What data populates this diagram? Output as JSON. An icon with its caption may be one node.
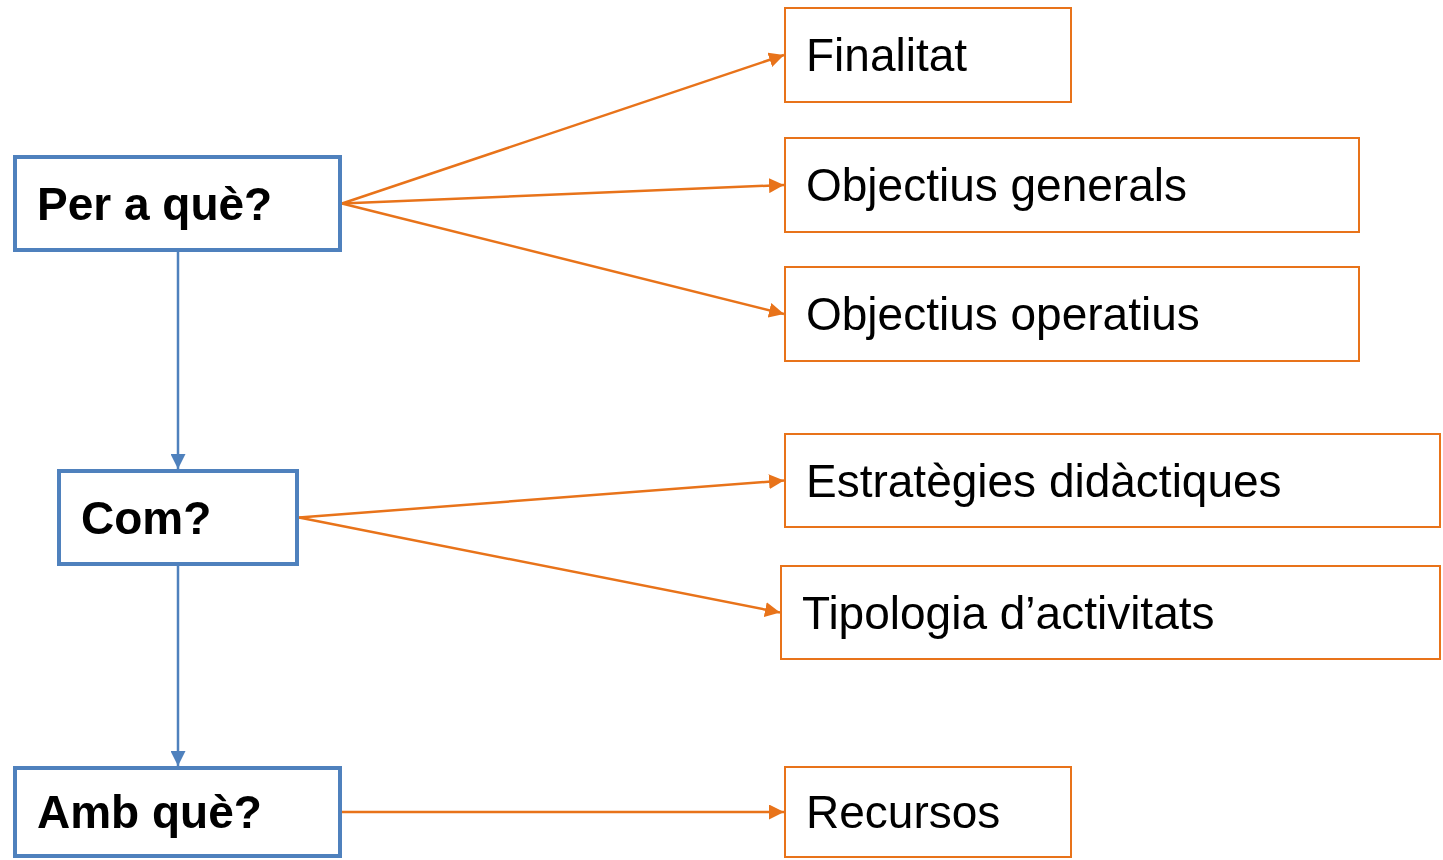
{
  "diagram": {
    "nodes": [
      {
        "text": [
          "Per a què?"
        ]
      },
      {
        "text": [
          "Com?"
        ]
      },
      {
        "text": [
          "Amb què?"
        ]
      },
      {
        "text": [
          "Finalitat"
        ]
      },
      {
        "text": [
          "Objectius generals"
        ]
      },
      {
        "text": [
          "Objectius operatius"
        ]
      },
      {
        "text": [
          "Estratègies didàctiques"
        ]
      },
      {
        "text": [
          "Tipologia d’activitats"
        ]
      },
      {
        "text": [
          "Recursos"
        ]
      }
    ],
    "edges": [
      {
        "from": 0,
        "to": 3,
        "arrow": "to"
      },
      {
        "from": 0,
        "to": 4,
        "arrow": "to"
      },
      {
        "from": 0,
        "to": 5,
        "arrow": "to"
      },
      {
        "from": 0,
        "to": 1,
        "arrow": "to",
        "color": "#4f81bd"
      },
      {
        "from": 1,
        "to": 6,
        "arrow": "to"
      },
      {
        "from": 1,
        "to": 7,
        "arrow": "to"
      },
      {
        "from": 1,
        "to": 2,
        "arrow": "to",
        "color": "#4f81bd"
      },
      {
        "from": 2,
        "to": 8,
        "arrow": "to"
      }
    ]
  }
}
